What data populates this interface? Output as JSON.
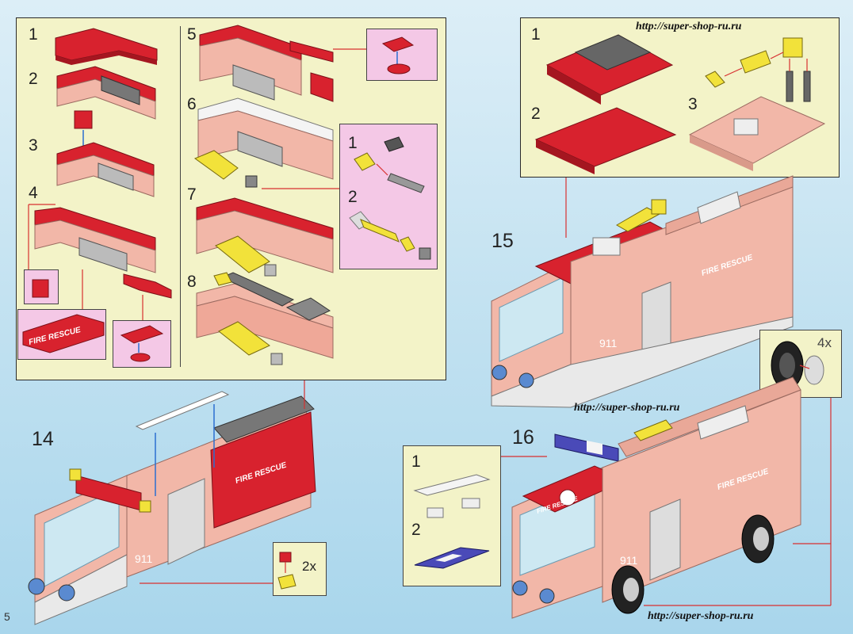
{
  "page": {
    "number": "5"
  },
  "urls": {
    "top": "http://super-shop-ru.ru",
    "middle": "http://super-shop-ru.ru",
    "bottom": "http://super-shop-ru.ru"
  },
  "panel_a": {
    "steps": [
      "1",
      "2",
      "3",
      "4",
      "5",
      "6",
      "7",
      "8"
    ],
    "sub_steps": [
      "1",
      "2"
    ],
    "label": "FIRE RESCUE"
  },
  "panel_b": {
    "steps": [
      "1",
      "2",
      "3"
    ]
  },
  "big_steps": {
    "s14": "14",
    "s15": "15",
    "s16": "16"
  },
  "step14": {
    "label": "FIRE RESCUE",
    "number_label": "911",
    "multiplier": "2x"
  },
  "step15": {
    "label": "FIRE RESCUE",
    "number_label": "911"
  },
  "wheel_box": {
    "multiplier": "4x"
  },
  "step16": {
    "sub_steps": [
      "1",
      "2"
    ],
    "label_side": "FIRE RESCUE",
    "label_hood": "FIRE RESCUE",
    "number_label": "911"
  },
  "colors": {
    "red": "#d8222e",
    "pink_brick": "#f2b7a8",
    "panel": "#f3f3c8",
    "callout": "#f4c8e6",
    "arrow": "#d83030"
  }
}
